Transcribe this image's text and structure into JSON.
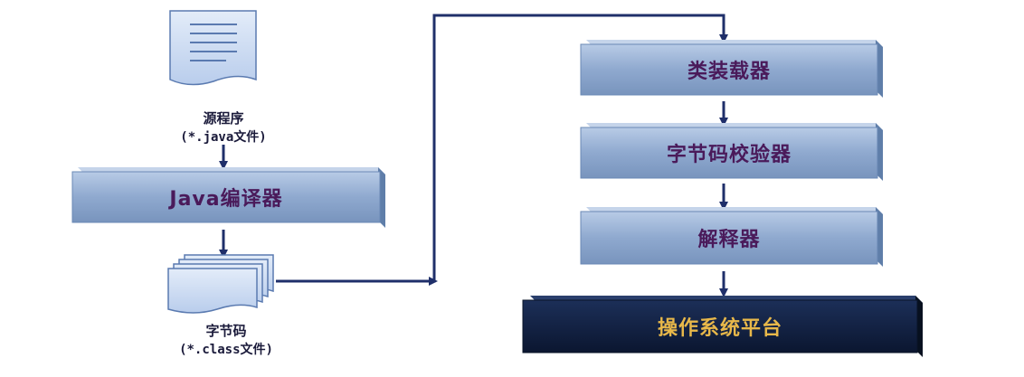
{
  "source": {
    "line1": "源程序",
    "line2": "(*.java文件)"
  },
  "compiler": {
    "label": "Java编译器"
  },
  "bytecode": {
    "line1": "字节码",
    "line2": "(*.class文件)"
  },
  "jvm": {
    "class_loader": "类装载器",
    "bytecode_verifier": "字节码校验器",
    "interpreter": "解释器"
  },
  "os": {
    "label": "操作系统平台"
  },
  "colors": {
    "box_fill": "#8fa9cf",
    "box_top": "#b4c6e2",
    "box_side": "#5f7ea9",
    "box_text": "#4a1a5a",
    "os_fill": "#0f1f40",
    "os_text": "#e8b84a",
    "arrow": "#1f2f6a"
  }
}
